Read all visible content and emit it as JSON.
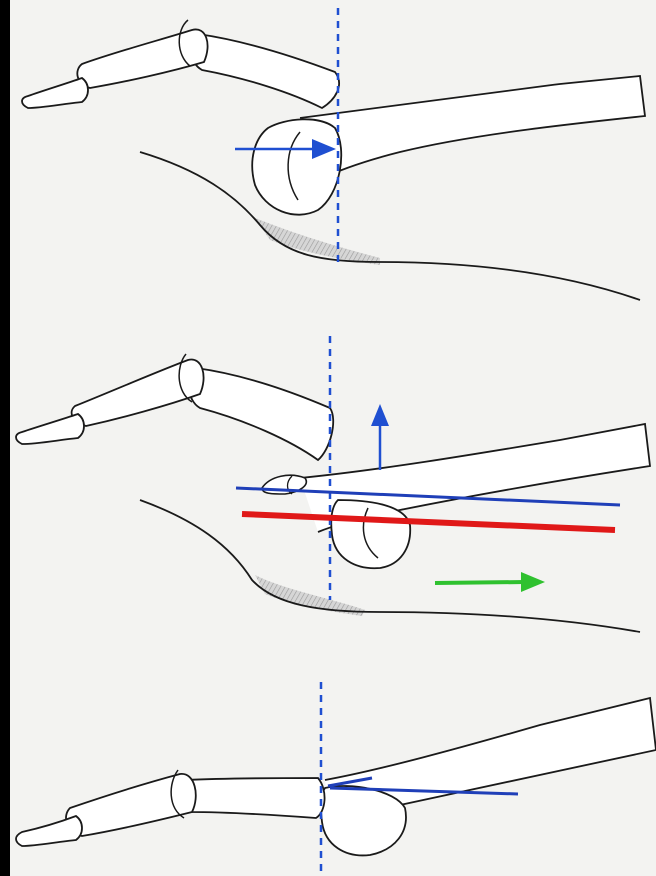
{
  "colors": {
    "background_frame": "#000000",
    "paper": "#f3f3f1",
    "bone_fill": "#ffffff",
    "outline": "#1a1a1a",
    "reference_dashed_line": "#1f4fd1",
    "blue_arrow": "#1f4fd1",
    "blue_line": "#2a4fc8",
    "red_line": "#e01818",
    "green_arrow": "#2fc12f",
    "shading": "#bdbdbd"
  },
  "panels": [
    {
      "id": "top",
      "annotations": [
        "dashed-reference-line",
        "blue-arrow-right"
      ]
    },
    {
      "id": "middle",
      "annotations": [
        "dashed-reference-line",
        "blue-arrow-up",
        "blue-line",
        "red-line",
        "green-arrow-right"
      ]
    },
    {
      "id": "bottom",
      "annotations": [
        "dashed-reference-line",
        "blue-line"
      ]
    }
  ]
}
